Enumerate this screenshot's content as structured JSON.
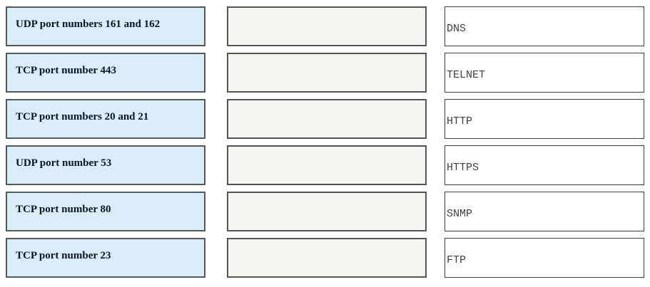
{
  "exercise": {
    "kind": "drag-and-drop-matching",
    "columns": {
      "drag_items": [
        "UDP port numbers 161 and 162",
        "TCP port number 443",
        "TCP port numbers 20 and 21",
        "UDP port number 53",
        "TCP port number 80",
        "TCP port number 23"
      ],
      "drop_slots": [
        "",
        "",
        "",
        "",
        "",
        ""
      ],
      "protocol_labels": [
        "DNS",
        "TELNET",
        "HTTP",
        "HTTPS",
        "SNMP",
        "FTP"
      ]
    }
  },
  "colors": {
    "drag_item_fill": "#d9eef8",
    "drag_item_border": "#54595e",
    "drop_slot_fill": "#f5f5f2",
    "drop_slot_border": "#555555",
    "label_box_fill": "#ffffff",
    "label_box_border": "#3f3f3f",
    "drag_text": "#0b1423",
    "label_text": "#404040"
  }
}
